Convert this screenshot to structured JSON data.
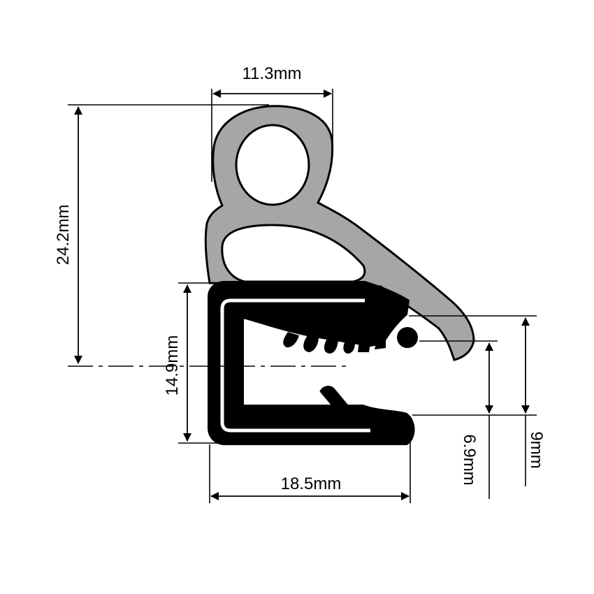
{
  "dimensions": {
    "top_width": "11.3mm",
    "overall_height": "24.2mm",
    "channel_height": "14.9mm",
    "base_width": "18.5mm",
    "bulb_offset_small": "6.9mm",
    "bulb_offset_large": "9mm"
  },
  "colors": {
    "bulb_fill": "#a6a6a6",
    "carrier_fill": "#000000",
    "line": "#000000",
    "background": "#ffffff"
  }
}
